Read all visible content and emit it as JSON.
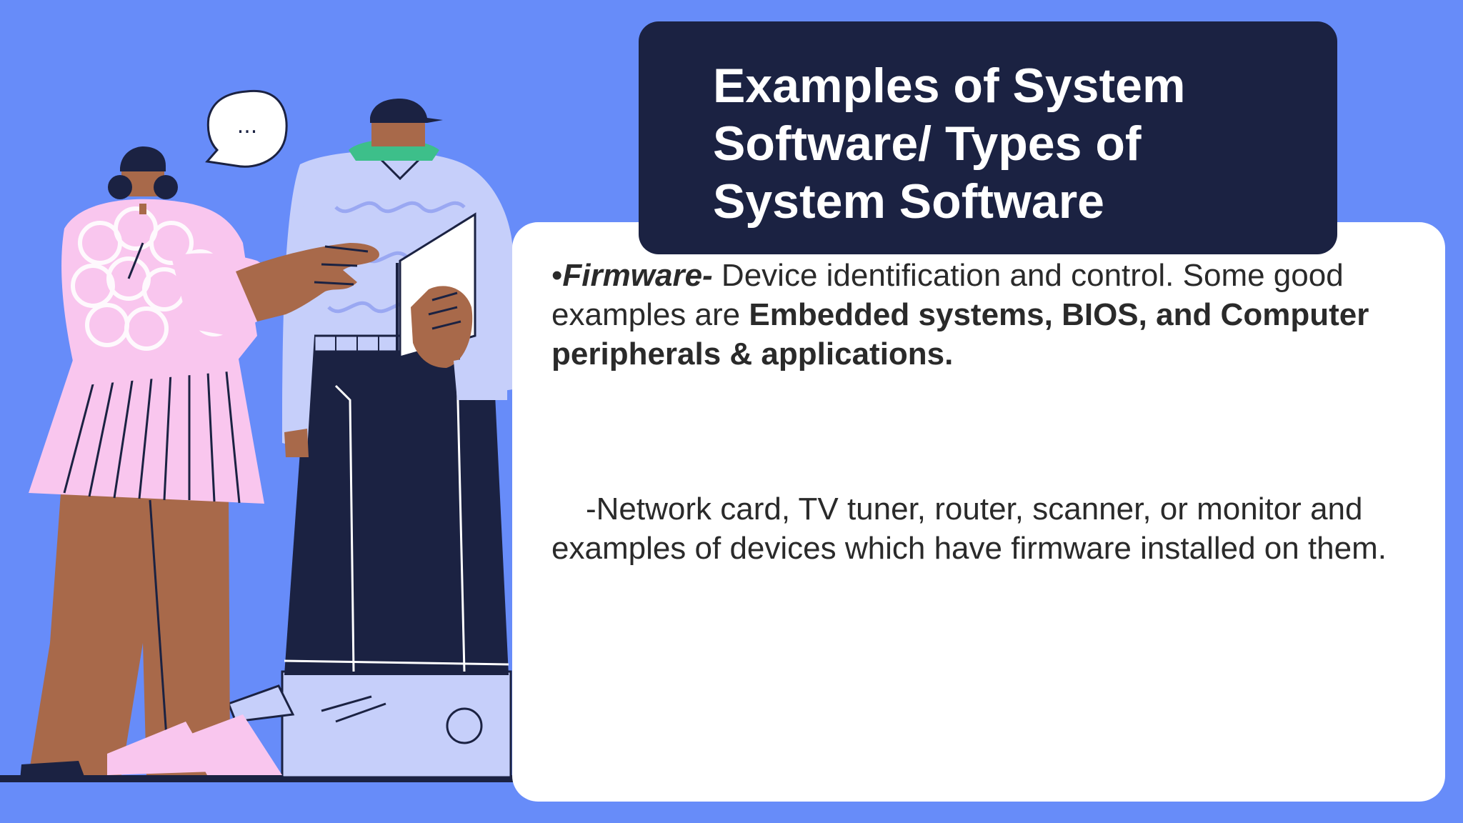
{
  "slide": {
    "title_lines": [
      "Examples of System",
      "Software/ Types of",
      "System Software"
    ],
    "speech_bubble": "...",
    "bullet": "•",
    "term": "Firmware-",
    "desc": " Device identification and control. Some good examples are ",
    "examples_bold": "Embedded systems, BIOS, and Computer peripherals & applications.",
    "note": "-Network card, TV tuner, router, scanner, or monitor and examples of devices which have firmware installed on them."
  },
  "colors": {
    "background": "#678cf9",
    "title_box": "#1b2242",
    "card": "#ffffff",
    "text": "#2a2a2a",
    "woman_shirt": "#f9c6ee",
    "skin": "#a8694a",
    "pants_dark": "#1b2242",
    "man_shirt": "#c6cffa"
  },
  "icons": [
    "speech-bubble-icon",
    "people-illustration"
  ]
}
